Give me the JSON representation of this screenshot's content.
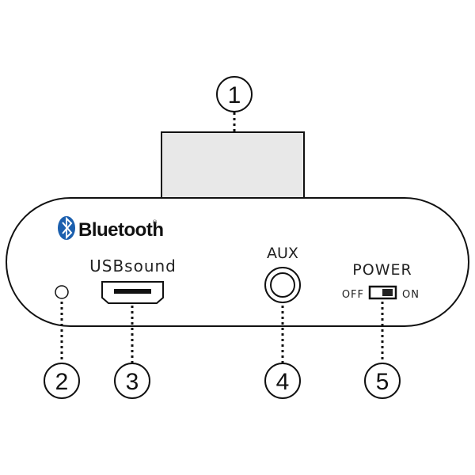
{
  "brand": {
    "name": "Bluetooth",
    "registered": "®",
    "color": "#1b5fae"
  },
  "ports": {
    "usb_label": "USBsound",
    "aux_label": "AUX",
    "power_label": "POWER",
    "switch_off": "OFF",
    "switch_on": "ON",
    "switch_state": "ON"
  },
  "callouts": [
    "1",
    "2",
    "3",
    "4",
    "5"
  ],
  "colors": {
    "top_block": "#e8e8e8",
    "outline": "#111111"
  }
}
